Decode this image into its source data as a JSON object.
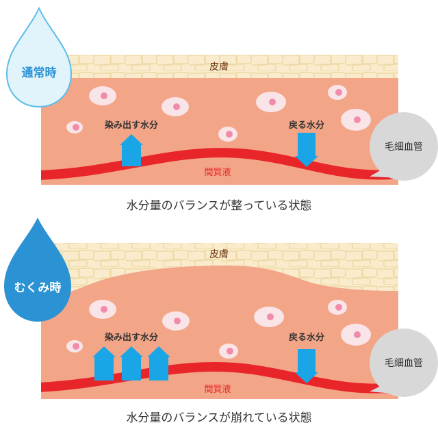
{
  "colors": {
    "skin_layer": "#f9ebcb",
    "skin_cell_line": "#eed9a5",
    "tissue": "#f3a588",
    "cell_fill": "#f9e4e8",
    "cell_nucleus": "#f08caa",
    "vessel": "#e8262a",
    "vessel_dark": "#c81a20",
    "arrow": "#1aa6e6",
    "bubble": "#d8d8d8",
    "drop_light_fill": "#e1f3fb",
    "drop_light_stroke": "#5bbde8",
    "drop_dark": "#2b93d4",
    "label_dark": "#333333",
    "label_brown": "#6b3410"
  },
  "normal": {
    "badge": "通常時",
    "skin_label": "皮膚",
    "out_label": "染み出す水分",
    "back_label": "戻る水分",
    "fluid_label": "間質液",
    "vessel_label": "毛細血管",
    "caption": "水分量のバランスが整っている状態",
    "outflow_arrows": 1,
    "return_arrows": 1
  },
  "swollen": {
    "badge": "むくみ時",
    "skin_label": "皮膚",
    "out_label": "染み出す水分",
    "back_label": "戻る水分",
    "fluid_label": "間質液",
    "vessel_label": "毛細血管",
    "caption": "水分量のバランスが崩れている状態",
    "outflow_arrows": 3,
    "return_arrows": 1
  }
}
